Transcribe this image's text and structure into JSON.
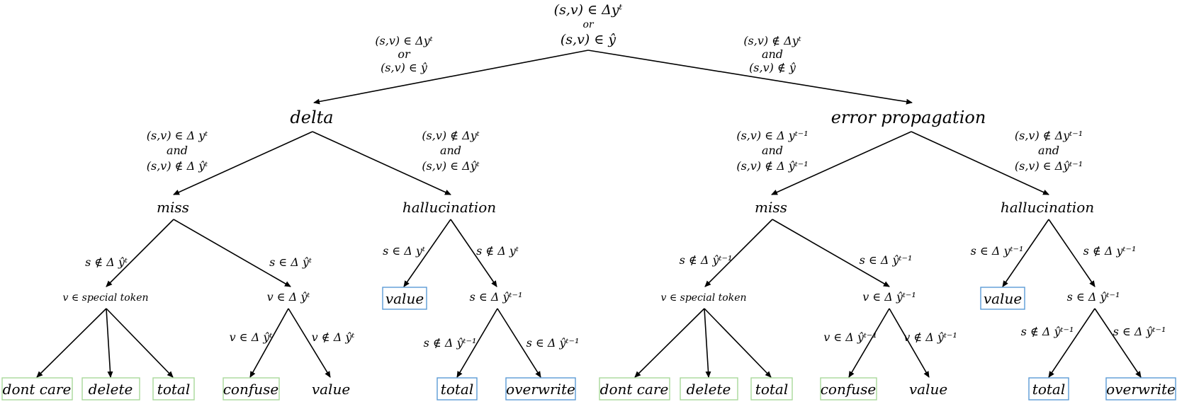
{
  "colors": {
    "leaf_green_border": "#a8d99a",
    "leaf_blue_border": "#5b9bd5",
    "line": "#000000"
  },
  "root": {
    "line1": "(s,v) ∈ Δyᵗ",
    "line2": "or",
    "line3": "(s,v) ∈ ŷ"
  },
  "root_edges": {
    "left": {
      "line1": "(s,v) ∈ Δyᵗ",
      "line2": "or",
      "line3": "(s,v) ∈ ŷ"
    },
    "right": {
      "line1": "(s,v) ∉ Δyᵗ",
      "line2": "and",
      "line3": "(s,v) ∉ ŷ"
    }
  },
  "delta": {
    "label": "delta",
    "edge_left": {
      "line1": "(s,v) ∈ Δ yᵗ",
      "line2": "and",
      "line3": "(s,v) ∉ Δ ŷᵗ"
    },
    "edge_right": {
      "line1": "(s,v) ∉ Δyᵗ",
      "line2": "and",
      "line3": "(s,v) ∈ Δŷᵗ"
    },
    "miss": {
      "label": "miss",
      "edge_left": "s ∉ Δ ŷᵗ",
      "edge_right": "s ∈ Δ ŷᵗ",
      "special": {
        "label": "v ∈ special token",
        "leaves": [
          "dont care",
          "delete",
          "total"
        ]
      },
      "cond": {
        "label": "v ∈ Δ ŷᵗ",
        "edge_left": "v ∈ Δ ŷᵗ",
        "edge_right": "v ∉ Δ ŷᵗ",
        "leaf_confuse": "confuse",
        "leaf_value": "value"
      }
    },
    "hallucination": {
      "label": "hallucination",
      "edge_left": "s ∈ Δ yᵗ",
      "edge_right": "s ∉ Δ yᵗ",
      "leaf_value": "value",
      "cond": {
        "label": "s ∈ Δ ŷᵗ⁻¹",
        "edge_left": "s ∉ Δ ŷᵗ⁻¹",
        "edge_right": "s ∈ Δ ŷᵗ⁻¹",
        "leaf_total": "total",
        "leaf_overwrite": "overwrite"
      }
    }
  },
  "error_propagation": {
    "label": "error propagation",
    "edge_left": {
      "line1": "(s,v) ∈ Δ yᵗ⁻¹",
      "line2": "and",
      "line3": "(s,v) ∉ Δ ŷᵗ⁻¹"
    },
    "edge_right": {
      "line1": "(s,v) ∉ Δyᵗ⁻¹",
      "line2": "and",
      "line3": "(s,v) ∈ Δŷᵗ⁻¹"
    },
    "miss": {
      "label": "miss",
      "edge_left": "s ∉ Δ ŷᵗ⁻¹",
      "edge_right": "s ∈ Δ ŷᵗ⁻¹",
      "special": {
        "label": "v ∈ special token",
        "leaves": [
          "dont care",
          "delete",
          "total"
        ]
      },
      "cond": {
        "label": "v ∈ Δ ŷᵗ⁻¹",
        "edge_left": "v ∈ Δ ŷᵗ⁻¹",
        "edge_right": "v ∉ Δ ŷᵗ⁻¹",
        "leaf_confuse": "confuse",
        "leaf_value": "value"
      }
    },
    "hallucination": {
      "label": "hallucination",
      "edge_left": "s ∈ Δ yᵗ⁻¹",
      "edge_right": "s ∉ Δ yᵗ⁻¹",
      "leaf_value": "value",
      "cond": {
        "label": "s ∈ Δ ŷᵗ⁻¹",
        "edge_left": "s ∉ Δ ŷᵗ⁻¹",
        "edge_right": "s ∈ Δ ŷᵗ⁻¹",
        "leaf_total": "total",
        "leaf_overwrite": "overwrite"
      }
    }
  }
}
